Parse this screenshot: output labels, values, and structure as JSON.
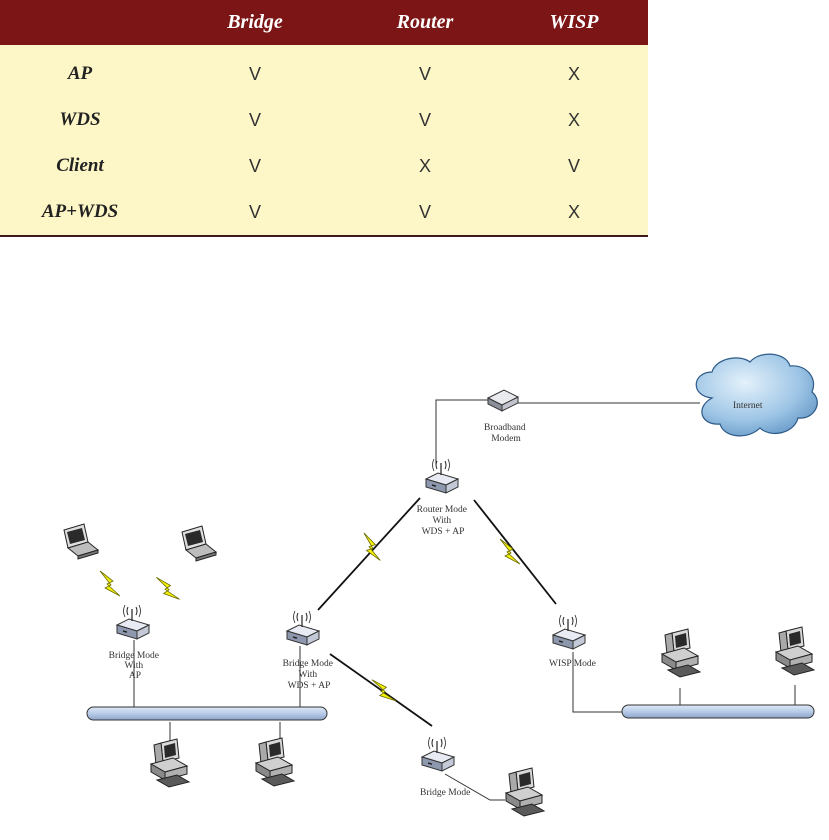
{
  "table": {
    "columns": [
      "",
      "Bridge",
      "Router",
      "WISP"
    ],
    "rows": [
      {
        "mode": "AP",
        "bridge": "V",
        "router": "V",
        "wisp": "X"
      },
      {
        "mode": "WDS",
        "bridge": "V",
        "router": "V",
        "wisp": "X"
      },
      {
        "mode": "Client",
        "bridge": "V",
        "router": "X",
        "wisp": "V"
      },
      {
        "mode": "AP+WDS",
        "bridge": "V",
        "router": "V",
        "wisp": "X"
      }
    ]
  },
  "diagram": {
    "internet": "Internet",
    "modem": [
      "Broadband",
      "Modem"
    ],
    "router": [
      "Router Mode",
      "With",
      "WDS + AP"
    ],
    "bridge_ap": [
      "Bridge Mode",
      "With",
      "AP"
    ],
    "bridge_wds": [
      "Bridge Mode",
      "With",
      "WDS + AP"
    ],
    "wisp": "WISP Mode",
    "bridge_bottom": "Bridge Mode"
  },
  "colors": {
    "header_bg": "#7b1516",
    "table_bg": "#fdf6c6",
    "bus": "#b8cbe8",
    "cloud": "#9fc6e6",
    "lightning": "#f5f20a"
  }
}
